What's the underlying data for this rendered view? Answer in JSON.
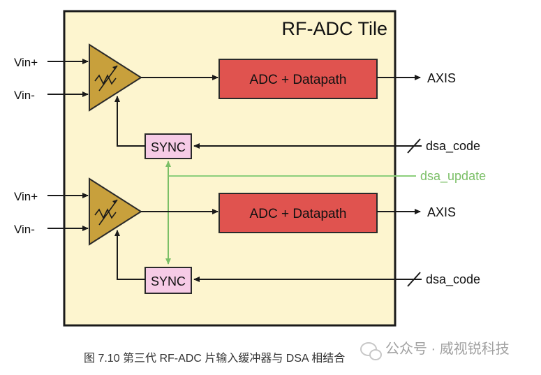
{
  "diagram": {
    "tile_title": "RF-ADC Tile",
    "channels": [
      {
        "vin_plus": "Vin+",
        "vin_minus": "Vin-",
        "adc_block": "ADC + Datapath",
        "axis_output": "AXIS",
        "sync_block": "SYNC",
        "dsa_code": "dsa_code"
      },
      {
        "vin_plus": "Vin+",
        "vin_minus": "Vin-",
        "adc_block": "ADC + Datapath",
        "axis_output": "AXIS",
        "sync_block": "SYNC",
        "dsa_code": "dsa_code"
      }
    ],
    "dsa_update": "dsa_update"
  },
  "caption": "图 7.10 第三代 RF-ADC 片输入缓冲器与 DSA 相结合",
  "watermark": "公众号 · 威视锐科技",
  "colors": {
    "tile_fill": "#fdf5cf",
    "tile_border": "#1a1a1a",
    "adc_fill": "#e0534f",
    "amp_fill": "#c8a03c",
    "sync_fill": "#f6cbe6",
    "dsa_update_line": "#8ccf7c",
    "dsa_update_text": "#7bbf67"
  }
}
